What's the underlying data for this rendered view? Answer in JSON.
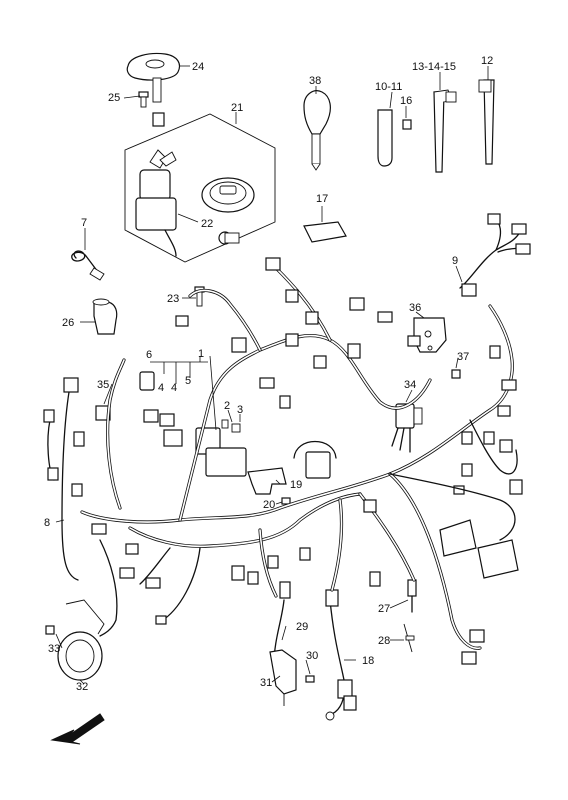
{
  "diagram": {
    "callouts": [
      "24",
      "25",
      "21",
      "22",
      "23",
      "26",
      "7",
      "38",
      "10-11",
      "16",
      "13-14-15",
      "12",
      "17",
      "9",
      "36",
      "37",
      "34",
      "6",
      "5",
      "4",
      "4",
      "35",
      "1",
      "2",
      "3",
      "8",
      "19",
      "20",
      "27",
      "28",
      "29",
      "30",
      "31",
      "18",
      "33",
      "32"
    ]
  },
  "colors": {
    "line": "#111111",
    "background": "#ffffff"
  },
  "icons": {
    "arrow": "front-direction-arrow-icon"
  }
}
